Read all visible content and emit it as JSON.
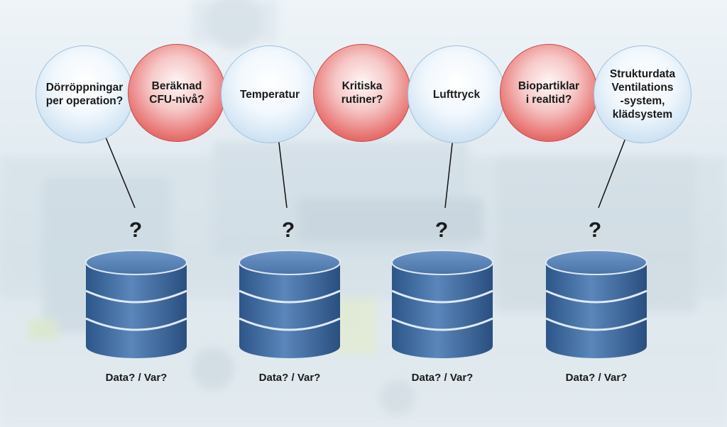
{
  "bubbles": [
    {
      "text": "Dörröppningar\nper operation?",
      "color": "blue"
    },
    {
      "text": "Beräknad\nCFU-nivå?",
      "color": "red"
    },
    {
      "text": "Temperatur",
      "color": "blue"
    },
    {
      "text": "Kritiska\nrutiner?",
      "color": "red"
    },
    {
      "text": "Lufttryck",
      "color": "blue"
    },
    {
      "text": "Biopartiklar\ni realtid?",
      "color": "red"
    },
    {
      "text": "Strukturdata\nVentilations\n-system,\nklädsystem",
      "color": "blue"
    }
  ],
  "question_mark": "?",
  "databases": [
    {
      "caption": "Data? / Var?"
    },
    {
      "caption": "Data? / Var?"
    },
    {
      "caption": "Data? / Var?"
    },
    {
      "caption": "Data? / Var?"
    }
  ],
  "colors": {
    "bubble_blue": "#cfe3f3",
    "bubble_red": "#e7706f",
    "database_blue": "#3f6b9f"
  }
}
